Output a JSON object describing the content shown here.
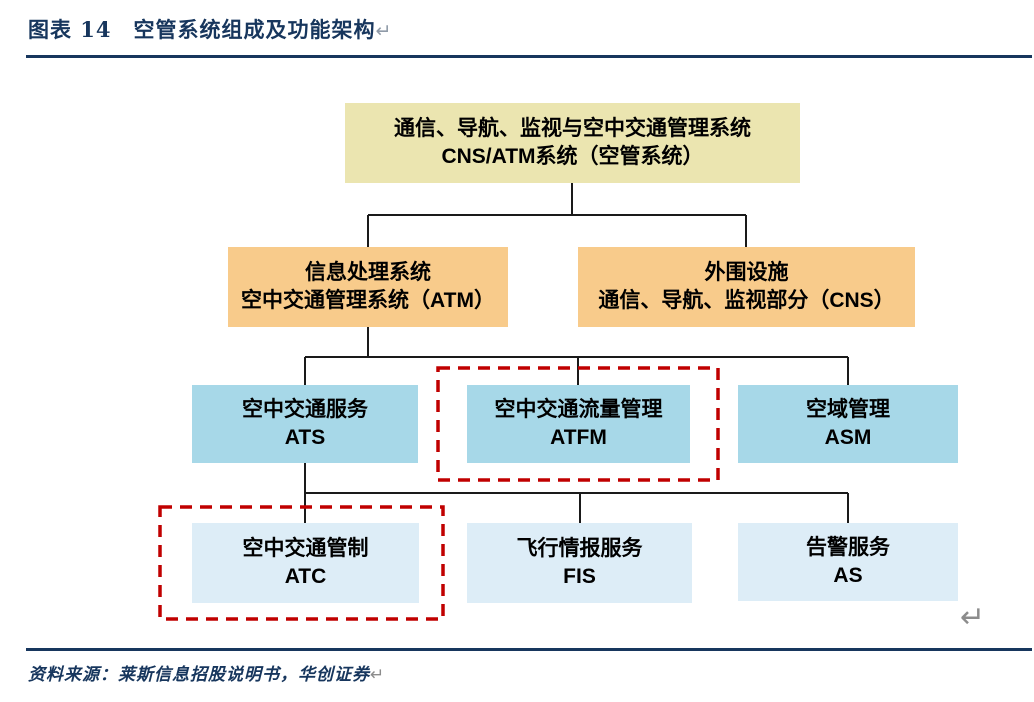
{
  "header": {
    "figure_label": "图表 14",
    "figure_title": "空管系统组成及功能架构",
    "return_mark": "↵"
  },
  "diagram": {
    "type": "hierarchy-flowchart",
    "root": {
      "line1": "通信、导航、监视与空中交通管理系统",
      "line2": "CNS/ATM系统（空管系统）"
    },
    "level2": [
      {
        "id": "atm",
        "line1": "信息处理系统",
        "line2": "空中交通管理系统（ATM）",
        "parent": "root"
      },
      {
        "id": "cns",
        "line1": "外围设施",
        "line2": "通信、导航、监视部分（CNS）",
        "parent": "root"
      }
    ],
    "level3": [
      {
        "id": "ats",
        "line1": "空中交通服务",
        "line2": "ATS",
        "parent": "atm",
        "highlighted": false
      },
      {
        "id": "atfm",
        "line1": "空中交通流量管理",
        "line2": "ATFM",
        "parent": "atm",
        "highlighted": true
      },
      {
        "id": "asm",
        "line1": "空域管理",
        "line2": "ASM",
        "parent": "atm",
        "highlighted": false
      }
    ],
    "level4": [
      {
        "id": "atc",
        "line1": "空中交通管制",
        "line2": "ATC",
        "parent": "ats",
        "highlighted": true
      },
      {
        "id": "fis",
        "line1": "飞行情报服务",
        "line2": "FIS",
        "parent": "ats",
        "highlighted": false
      },
      {
        "id": "as",
        "line1": "告警服务",
        "line2": "AS",
        "parent": "ats",
        "highlighted": false
      }
    ],
    "return_mark": "↵"
  },
  "footer": {
    "source_text": "资料来源：莱斯信息招股说明书，华创证券",
    "return_mark": "↵"
  },
  "palette": {
    "title_navy": "#17365d",
    "rule_navy": "#17365d",
    "level1_fill": "#ebe5b0",
    "level2_fill": "#f8cb8b",
    "level3_fill": "#a7d8e8",
    "level4_fill": "#ddedf7",
    "connector_black": "#1a1a1a",
    "highlight_red_dash": "#c00000",
    "return_mark_gray": "#8c8c8c"
  }
}
